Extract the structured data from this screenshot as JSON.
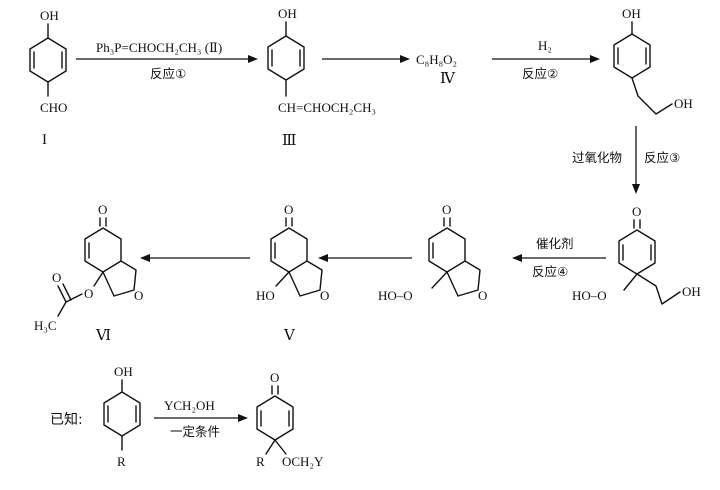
{
  "compounds": {
    "I": {
      "label": "I",
      "oh": "OH",
      "sub": "CHO"
    },
    "III": {
      "label": "Ⅲ",
      "oh": "OH",
      "sub": "CH=CHOCH₂CH₃"
    },
    "IV": {
      "label": "Ⅳ",
      "formula": "C₈H₈O₂"
    },
    "IVb": {
      "oh": "OH",
      "sub": "OH"
    },
    "peroxideA": {
      "ketone": "O",
      "oo": "HO–O",
      "chain": "OH"
    },
    "peroxideB": {
      "ketone": "O",
      "oo": "HO–O",
      "ring_o": "O"
    },
    "V": {
      "label": "Ⅴ",
      "ketone": "O",
      "oh": "HO",
      "ring_o": "O"
    },
    "VI": {
      "label": "Ⅵ",
      "ketone": "O",
      "ester_o": "O",
      "ester_co": "O",
      "methyl": "H₃C",
      "ring_o": "O"
    }
  },
  "reactions": {
    "r1": {
      "reagent": "Ph₃P=CHOCH₂CH₃ (Ⅱ)",
      "name": "反应①"
    },
    "r2": {
      "reagent": "H₂",
      "name": "反应②"
    },
    "r3": {
      "reagent": "过氧化物",
      "name": "反应③"
    },
    "r4": {
      "reagent": "催化剂",
      "name": "反应④"
    }
  },
  "known": {
    "title": "已知:",
    "reagent": "YCH₂OH",
    "condition": "一定条件",
    "start": {
      "oh": "OH",
      "r": "R"
    },
    "product": {
      "ketone": "O",
      "r": "R",
      "och2y": "OCH₂Y"
    }
  }
}
